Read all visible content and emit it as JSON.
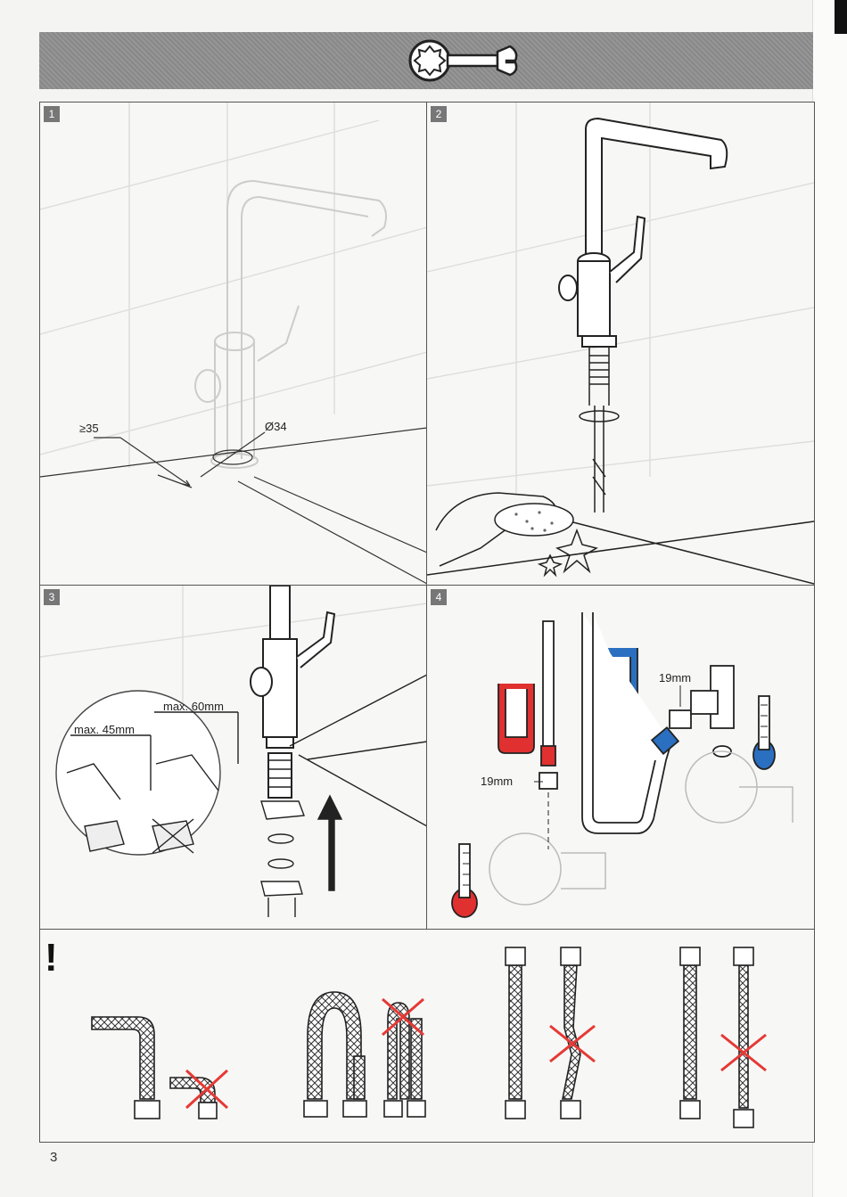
{
  "header": {
    "icon": "wrench-icon"
  },
  "panels": [
    {
      "step": "1",
      "labels": {
        "min_distance": "≥35",
        "hole_diameter": "Ø34"
      }
    },
    {
      "step": "2"
    },
    {
      "step": "3",
      "labels": {
        "max_thickness_a": "max. 45mm",
        "max_thickness_b": "max. 60mm"
      }
    },
    {
      "step": "4",
      "labels": {
        "wrench_size_cold": "19mm",
        "wrench_size_hot": "19mm"
      }
    }
  ],
  "warning": {
    "symbol": "!"
  },
  "colors": {
    "hot": "#e03030",
    "cold": "#2a6fc0",
    "cross": "#e53935",
    "header": "#8f8f8f"
  },
  "page": {
    "number": "3"
  }
}
